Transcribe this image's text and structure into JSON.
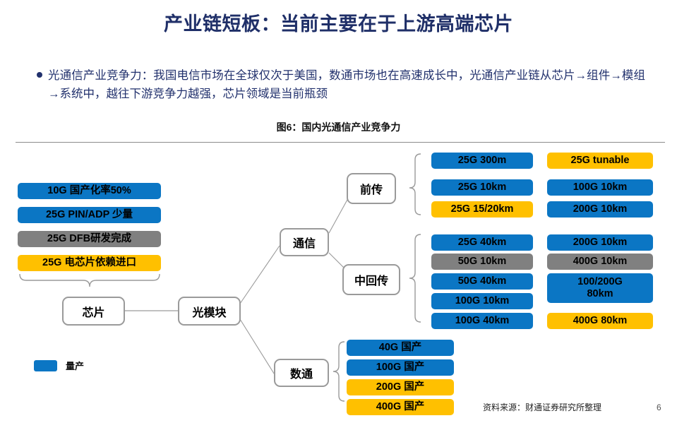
{
  "slide": {
    "title": "产业链短板：当前主要在于上游高端芯片",
    "bullet": "光通信产业竞争力：我国电信市场在全球仅次于美国，数通市场也在高速成长中，光通信产业链从芯片→组件→模组→系统中，越往下游竞争力越强，芯片领域是当前瓶颈",
    "figure_caption": "图6：国内光通信产业竞争力",
    "source_note": "资料来源：财通证券研究所整理",
    "page_number": "6"
  },
  "legend": {
    "swatch_color": "#0b76c4",
    "label": "量产"
  },
  "colors": {
    "blue": "#0b76c4",
    "yellow": "#ffc000",
    "gray": "#808080",
    "title_navy": "#1f2f68",
    "body_navy": "#22316d",
    "node_border": "#9a9a9a"
  },
  "nodes": {
    "chip": "芯片",
    "optical_module": "光模块",
    "communication": "通信",
    "fronthaul": "前传",
    "mid_backhaul": "中回传",
    "datacom": "数通"
  },
  "chip_labels": [
    {
      "text": "10G 国产化率50%",
      "color": "blue"
    },
    {
      "text": "25G PIN/ADP 少量",
      "color": "blue"
    },
    {
      "text": "25G DFB研发完成",
      "color": "gray"
    },
    {
      "text": "25G 电芯片依赖进口",
      "color": "yellow"
    }
  ],
  "fronthaul": {
    "left_column": [
      {
        "text": "25G 300m",
        "color": "blue"
      },
      {
        "text": "25G 10km",
        "color": "blue"
      },
      {
        "text": "25G 15/20km",
        "color": "yellow"
      }
    ],
    "right_column": [
      {
        "text": "25G tunable",
        "color": "yellow"
      },
      {
        "text": "100G 10km",
        "color": "blue"
      },
      {
        "text": "200G 10km",
        "color": "blue"
      }
    ]
  },
  "mid_backhaul": {
    "left_column": [
      {
        "text": "25G 40km",
        "color": "blue"
      },
      {
        "text": "50G 10km",
        "color": "gray"
      },
      {
        "text": "50G 40km",
        "color": "blue"
      },
      {
        "text": "100G 10km",
        "color": "blue"
      },
      {
        "text": "100G 40km",
        "color": "blue"
      }
    ],
    "right_column": [
      {
        "text": "200G 10km",
        "color": "blue"
      },
      {
        "text": "400G 10km",
        "color": "gray"
      },
      {
        "text": "100/200G\n80km",
        "color": "blue"
      },
      {
        "text": "400G 80km",
        "color": "yellow"
      }
    ]
  },
  "datacom": {
    "items": [
      {
        "text": "40G 国产",
        "color": "blue"
      },
      {
        "text": "100G 国产",
        "color": "blue"
      },
      {
        "text": "200G 国产",
        "color": "yellow"
      },
      {
        "text": "400G 国产",
        "color": "yellow"
      }
    ]
  }
}
